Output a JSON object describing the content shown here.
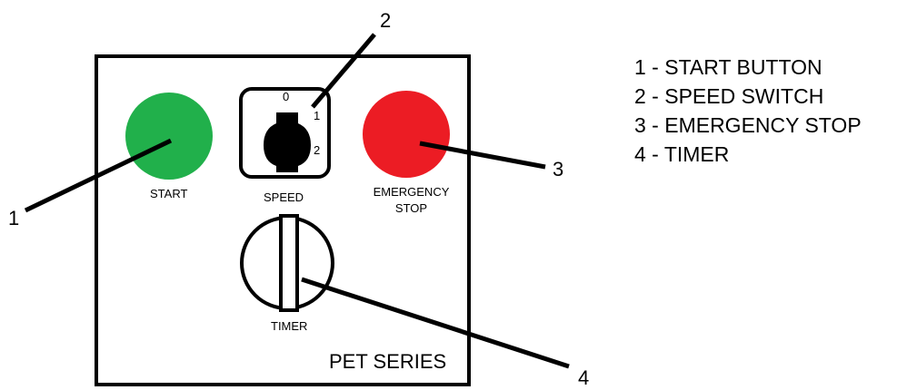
{
  "panel": {
    "start_label": "START",
    "speed_label": "SPEED",
    "emergency_label_line1": "EMERGENCY",
    "emergency_label_line2": "STOP",
    "timer_label": "TIMER",
    "brand": "PET SERIES",
    "switch_positions": [
      "0",
      "1",
      "2"
    ]
  },
  "callouts": [
    "1",
    "2",
    "3",
    "4"
  ],
  "legend": [
    "1 - START BUTTON",
    "2 - SPEED SWITCH",
    "3 - EMERGENCY STOP",
    "4 - TIMER"
  ],
  "colors": {
    "start_button": "#21b04b",
    "emergency_button": "#ec1c24",
    "knob": "#000000",
    "panel_border": "#000000"
  }
}
